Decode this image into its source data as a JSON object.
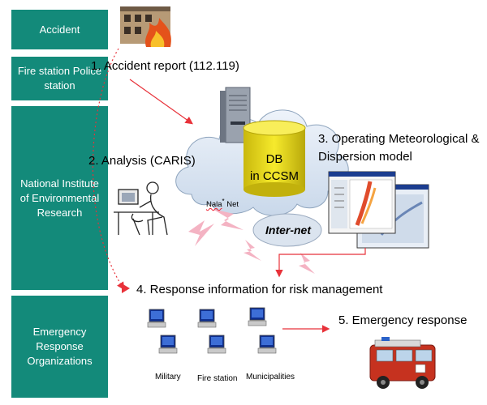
{
  "lanes": [
    "Accident",
    "Fire station Police station",
    "National Institute of Environmental Research",
    "Emergency Response Organizations"
  ],
  "steps": {
    "s1": "1. Accident report (112.119)",
    "s2": "2. Analysis (CARIS)",
    "s3": "3. Operating Meteorological & Dispersion model",
    "s4": "4. Response information for risk management",
    "s5": "5. Emergency response"
  },
  "db": {
    "line1": "DB",
    "line2": "in CCSM"
  },
  "network": {
    "nala_main": "Nala",
    "nala_sup": "*",
    "nala_rest": " Net",
    "internet": "Inter-net"
  },
  "organizations": [
    "Military",
    "Fire station",
    "Municipalities"
  ],
  "colors": {
    "lane_bg": "#138a7a",
    "arrow": "#e8323a",
    "cloud": "#dfeaf6",
    "db": "#f0e21a",
    "lightning": "#f4b3c3"
  },
  "icons": [
    "burning-building-icon",
    "server-icon",
    "database-icon",
    "cloud-icon",
    "person-at-computer-icon",
    "model-screenshot-icon",
    "computer-terminal-icon",
    "fire-truck-icon",
    "lightning-icon"
  ]
}
